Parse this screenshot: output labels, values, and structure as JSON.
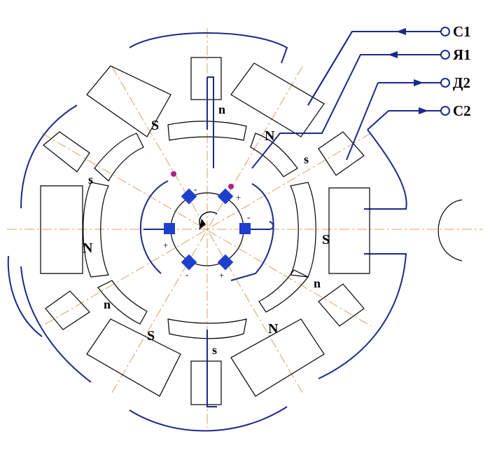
{
  "terminals": [
    {
      "id": "c1",
      "label": "С1",
      "direction": "in"
    },
    {
      "id": "ya1",
      "label": "Я1",
      "direction": "in"
    },
    {
      "id": "d2",
      "label": "Д2",
      "direction": "out"
    },
    {
      "id": "c2",
      "label": "С2",
      "direction": "out"
    }
  ],
  "main_poles": {
    "labels": [
      "S",
      "N",
      "S",
      "N"
    ]
  },
  "commutating_poles": {
    "labels": [
      "n",
      "N",
      "s",
      "n",
      "s",
      "n",
      "s"
    ]
  },
  "brush_signs": {
    "plus_1": "+",
    "minus_1": "-",
    "plus_2": "+",
    "minus_2": "-",
    "plus_3": "+",
    "minus_3": "-"
  },
  "colors": {
    "wire": "#1a2a8a",
    "brush": "#1e3fcf",
    "junction": "#b0208a",
    "centerline": "#d8a060",
    "outline": "#000000"
  }
}
